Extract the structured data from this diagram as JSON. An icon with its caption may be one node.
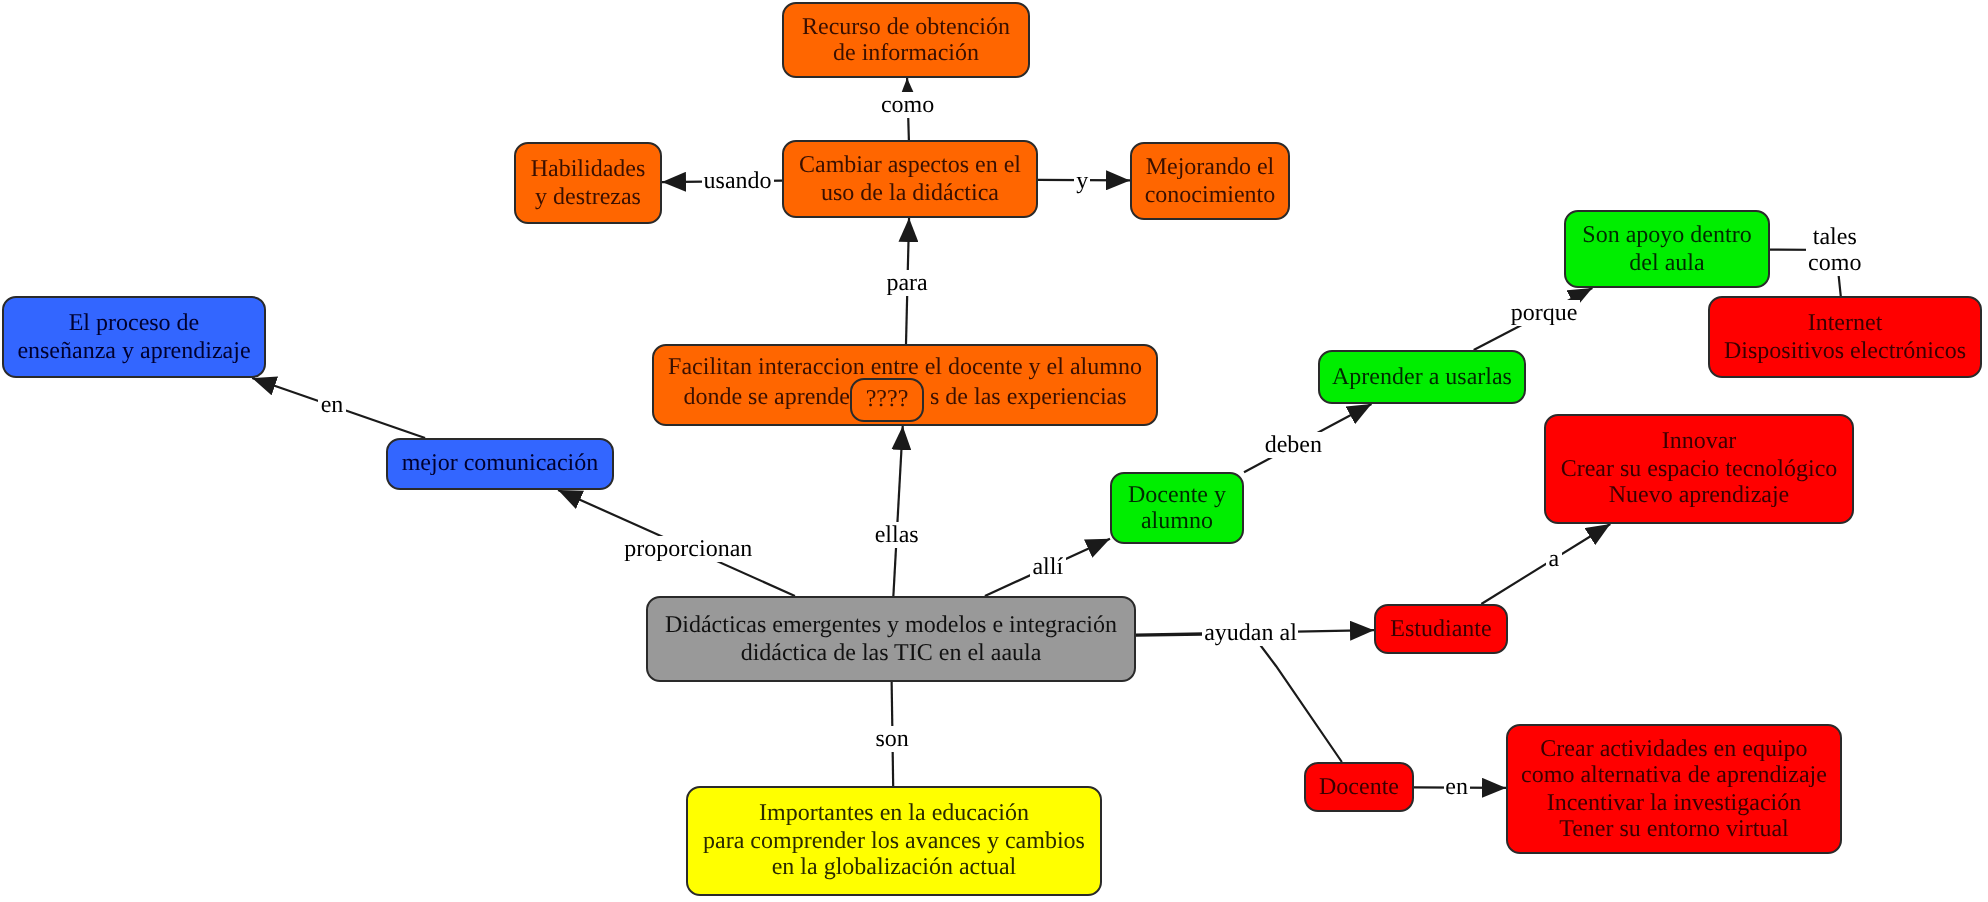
{
  "diagram": {
    "nodes": [
      {
        "text": [
          "Recurso de obtención de información"
        ]
      },
      {
        "text": [
          "Habilidades y destrezas"
        ]
      },
      {
        "text": [
          "Cambiar aspectos en el uso de la didáctica"
        ]
      },
      {
        "text": [
          "Mejorando el conocimiento"
        ]
      },
      {
        "text": [
          "Son apoyo dentro del aula"
        ]
      },
      {
        "text": [
          "El proceso de enseñanza y aprendizaje"
        ]
      },
      {
        "text": [
          "Internet",
          "Dispositivos electrónicos"
        ]
      },
      {
        "text": [
          "Facilitan interaccion entre el docente y el alumno",
          "donde se aprende",
          "s de las experiencias"
        ]
      },
      {
        "text": [
          "????"
        ],
        "in": 7
      },
      {
        "text": [
          "Aprender a usarlas"
        ]
      },
      {
        "text": [
          "Innovar",
          "Crear su espacio tecnológico",
          "Nuevo aprendizaje"
        ]
      },
      {
        "text": [
          "mejor comunicación"
        ]
      },
      {
        "text": [
          "Docente y alumno"
        ]
      },
      {
        "text": [
          "Didácticas emergentes y modelos e integración didáctica de las TIC en el aaula"
        ]
      },
      {
        "text": [
          "Estudiante"
        ]
      },
      {
        "text": [
          "Crear actividades en equipo como alternativa de aprendizaje",
          "Incentivar la investigación",
          "Tener su entorno virtual"
        ]
      },
      {
        "text": [
          "Docente"
        ]
      },
      {
        "text": [
          "Importantes en la educación para comprender los avances y cambios en la globalización actual"
        ]
      }
    ],
    "edges": [
      {
        "from": 2,
        "to": 0,
        "arrow": "to",
        "label": "como"
      },
      {
        "from": 2,
        "to": 1,
        "arrow": "to",
        "label": "usando"
      },
      {
        "from": 2,
        "to": 3,
        "arrow": "to",
        "label": "y"
      },
      {
        "from": 7,
        "to": 2,
        "arrow": "to",
        "label": "para"
      },
      {
        "from": 13,
        "to": 11,
        "arrow": "to",
        "label": "proporcionan"
      },
      {
        "from": 11,
        "to": 5,
        "arrow": "to",
        "label": "en"
      },
      {
        "from": 13,
        "to": 7,
        "arrow": "to",
        "label": "ellas"
      },
      {
        "from": 13,
        "to": 12,
        "arrow": "to",
        "label": "allí"
      },
      {
        "from": 12,
        "to": 9,
        "arrow": "to",
        "label": "deben"
      },
      {
        "from": 9,
        "to": 4,
        "arrow": "to",
        "label": "porque"
      },
      {
        "from": 4,
        "to": 6,
        "arrow": "none",
        "label": "tales como"
      },
      {
        "from": 13,
        "to": 14,
        "arrow": "to",
        "label": "ayudan al"
      },
      {
        "from": 13,
        "to": 16,
        "arrow": "none"
      },
      {
        "from": 14,
        "to": 10,
        "arrow": "to",
        "label": "a"
      },
      {
        "from": 16,
        "to": 15,
        "arrow": "to",
        "label": "en"
      },
      {
        "from": 13,
        "to": 17,
        "arrow": "none",
        "label": "son"
      }
    ]
  }
}
